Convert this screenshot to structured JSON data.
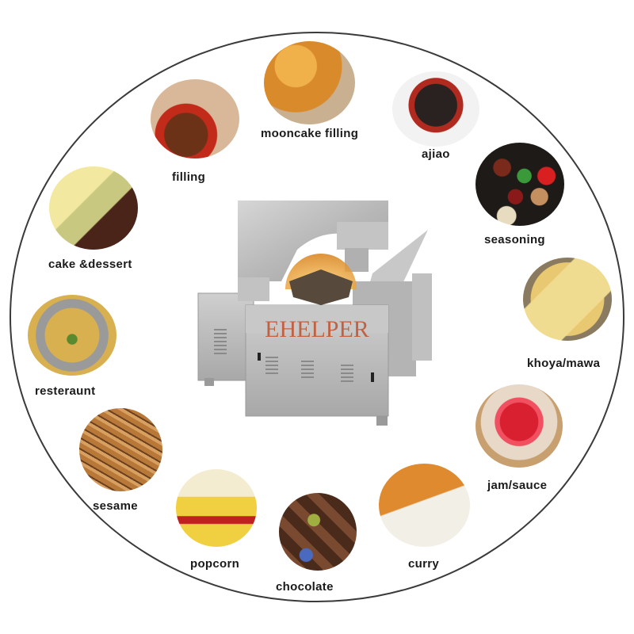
{
  "diagram": {
    "center": {
      "subject": "stainless steel cooking mixer machine",
      "watermark": "EHELPER"
    },
    "applications": [
      {
        "id": "filling",
        "label": "filling",
        "colors": [
          "#6b3218",
          "#c22a1a",
          "#d9b89a"
        ]
      },
      {
        "id": "mooncake",
        "label": "mooncake filling",
        "colors": [
          "#d98a2b",
          "#f0b04a",
          "#3a8a3a"
        ]
      },
      {
        "id": "ajiao",
        "label": "ajiao",
        "colors": [
          "#2a2220",
          "#b02a20",
          "#f2f2f2"
        ]
      },
      {
        "id": "seasoning",
        "label": "seasoning",
        "colors": [
          "#1e1a18",
          "#a02018",
          "#c49060"
        ]
      },
      {
        "id": "khoya",
        "label": "khoya/mawa",
        "colors": [
          "#f0dc90",
          "#e8c870",
          "#8a7a60"
        ]
      },
      {
        "id": "jam",
        "label": "jam/sauce",
        "colors": [
          "#d82030",
          "#f05060",
          "#c8a070"
        ]
      },
      {
        "id": "curry",
        "label": "curry",
        "colors": [
          "#e08a30",
          "#f2efe6",
          "#d0c4b0"
        ]
      },
      {
        "id": "chocolate",
        "label": "chocolate",
        "colors": [
          "#4a2a1a",
          "#7a4a30",
          "#a0b040"
        ]
      },
      {
        "id": "popcorn",
        "label": "popcorn",
        "colors": [
          "#f0d040",
          "#f4ecd0",
          "#c02020"
        ]
      },
      {
        "id": "sesame",
        "label": "sesame",
        "colors": [
          "#b87838",
          "#d8a060",
          "#6a4020"
        ]
      },
      {
        "id": "restaurant",
        "label": "resteraunt",
        "colors": [
          "#d8b050",
          "#9a9a9a",
          "#5a8a30"
        ]
      },
      {
        "id": "cake",
        "label": "cake &dessert",
        "colors": [
          "#f2e8a0",
          "#c8c880",
          "#4a2418"
        ]
      }
    ]
  }
}
